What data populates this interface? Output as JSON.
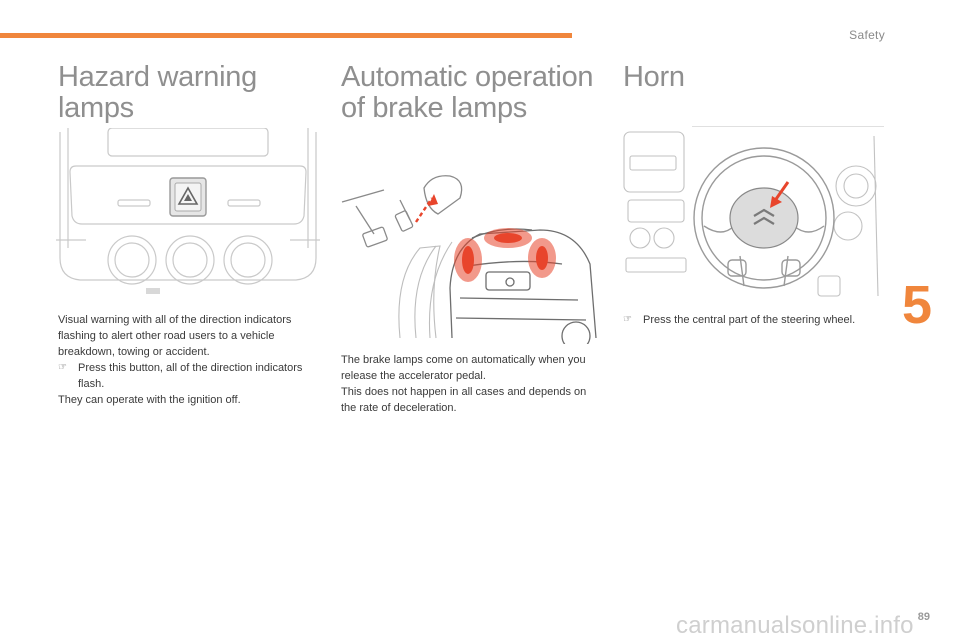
{
  "header": {
    "section": "Safety"
  },
  "chapter": "5",
  "page_number": "89",
  "watermark": "carmanualsonline.info",
  "columns": [
    {
      "title": "Hazard warning lamps",
      "intro": "Visual warning with all of the direction indicators flashing to alert other road users to a vehicle breakdown, towing or accident.",
      "bullet": "Press this button, all of the direction indicators flash.",
      "outro": "They can operate with the ignition off."
    },
    {
      "title": "Automatic operation of brake lamps",
      "para1": "The brake lamps come on automatically when you release the accelerator pedal.",
      "para2": "This does not happen in all cases and depends on the rate of deceleration."
    },
    {
      "title": "Horn",
      "bullet": "Press the central part of the steering wheel."
    }
  ],
  "bullet_icon": "arrow-bullet-icon",
  "colors": {
    "accent": "#f0863c",
    "heading": "#8f8f8f",
    "highlight": "#e8452c"
  }
}
